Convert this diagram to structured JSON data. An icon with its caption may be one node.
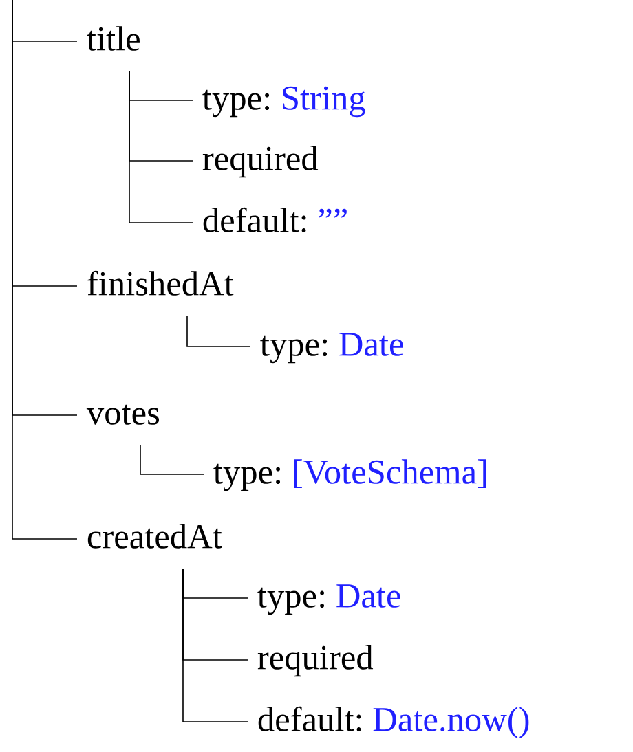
{
  "diagram": {
    "nodes": [
      {
        "text": [
          "title"
        ]
      },
      {
        "text": [
          "type:",
          "String"
        ]
      },
      {
        "text": [
          "required"
        ]
      },
      {
        "text": [
          "default:",
          "””"
        ]
      },
      {
        "text": [
          "finishedAt"
        ]
      },
      {
        "text": [
          "type:",
          "Date"
        ]
      },
      {
        "text": [
          "votes"
        ]
      },
      {
        "text": [
          "type:",
          "[VoteSchema]"
        ]
      },
      {
        "text": [
          "createdAt"
        ]
      },
      {
        "text": [
          "type:",
          "Date"
        ]
      },
      {
        "text": [
          "required"
        ]
      },
      {
        "text": [
          "default:",
          "Date.now()"
        ]
      }
    ],
    "edges": [
      {
        "from": null,
        "to": 0,
        "arrow": "none"
      },
      {
        "from": 0,
        "to": 1,
        "arrow": "none"
      },
      {
        "from": 0,
        "to": 2,
        "arrow": "none"
      },
      {
        "from": 0,
        "to": 3,
        "arrow": "none"
      },
      {
        "from": null,
        "to": 4,
        "arrow": "none"
      },
      {
        "from": 4,
        "to": 5,
        "arrow": "none"
      },
      {
        "from": null,
        "to": 6,
        "arrow": "none"
      },
      {
        "from": 6,
        "to": 7,
        "arrow": "none"
      },
      {
        "from": null,
        "to": 8,
        "arrow": "none"
      },
      {
        "from": 8,
        "to": 9,
        "arrow": "none"
      },
      {
        "from": 8,
        "to": 10,
        "arrow": "none"
      },
      {
        "from": 8,
        "to": 11,
        "arrow": "none"
      }
    ]
  }
}
